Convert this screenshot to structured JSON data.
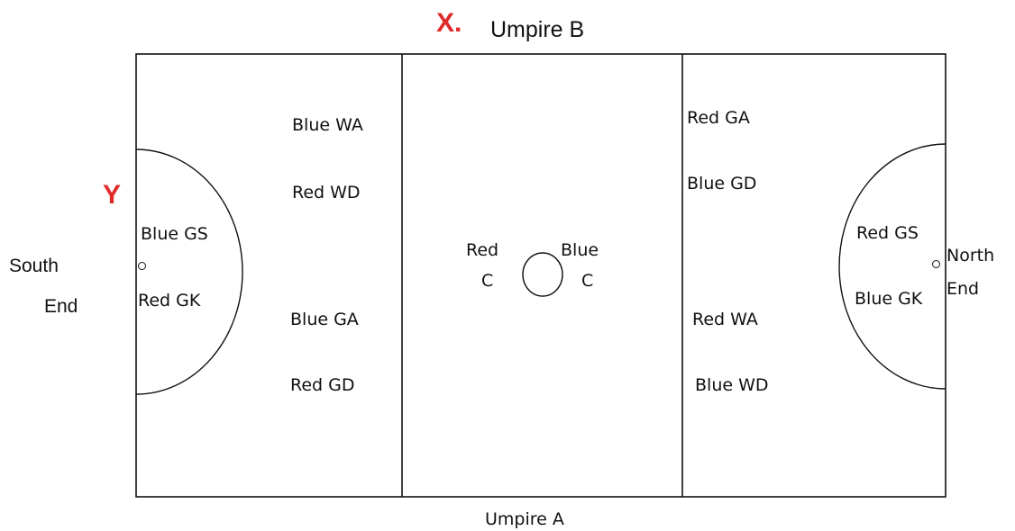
{
  "colors": {
    "line": "#111111",
    "mark": "#e02b2b",
    "background": "#ffffff"
  },
  "top": {
    "mark_x": "X.",
    "umpire_b": "Umpire B"
  },
  "bottom": {
    "umpire_a": "Umpire A"
  },
  "side_left": {
    "mark_y": "Y",
    "south": "South",
    "end": "End"
  },
  "side_right": {
    "north": "North",
    "end": "End"
  },
  "players": {
    "blue_wa": "Blue WA",
    "red_wd": "Red WD",
    "blue_gs": "Blue GS",
    "red_gk": "Red GK",
    "blue_ga": "Blue GA",
    "red_gd": "Red GD",
    "red_c_line1": "Red",
    "red_c_line2": "C",
    "blue_c_line1": "Blue",
    "blue_c_line2": "C",
    "red_ga": "Red GA",
    "blue_gd": "Blue GD",
    "red_gs": "Red GS",
    "blue_gk": "Blue GK",
    "red_wa": "Red WA",
    "blue_wd": "Blue WD"
  }
}
